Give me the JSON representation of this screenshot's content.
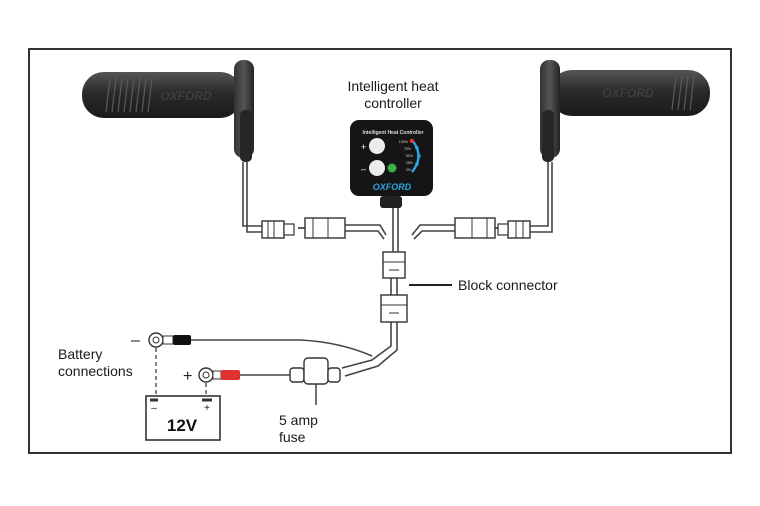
{
  "labels": {
    "controller_line1": "Intelligent heat",
    "controller_line2": "controller",
    "block_connector": "Block connector",
    "battery_line1": "Battery",
    "battery_line2": "connections",
    "fuse_line1": "5 amp",
    "fuse_line2": "fuse"
  },
  "controller": {
    "panel_title": "Intelligent Heat Controller",
    "brand": "OXFORD",
    "plus": "+",
    "minus": "–",
    "levels": [
      "100%",
      "75%",
      "50%",
      "25%",
      "0%"
    ]
  },
  "grips": {
    "brand": "OXFORD"
  },
  "battery": {
    "voltage": "12V",
    "neg_sign": "–",
    "pos_sign": "+",
    "neg_terminal": "–",
    "pos_terminal": "+"
  },
  "colors": {
    "frame": "#333333",
    "grip": "#2b2b2b",
    "controller": "#151515",
    "wire": "#444444",
    "positive_lead": "#e03030",
    "negative_lead": "#111111",
    "led_blue": "#2aa7e0",
    "led_red": "#e53935",
    "led_green": "#3cb043"
  }
}
